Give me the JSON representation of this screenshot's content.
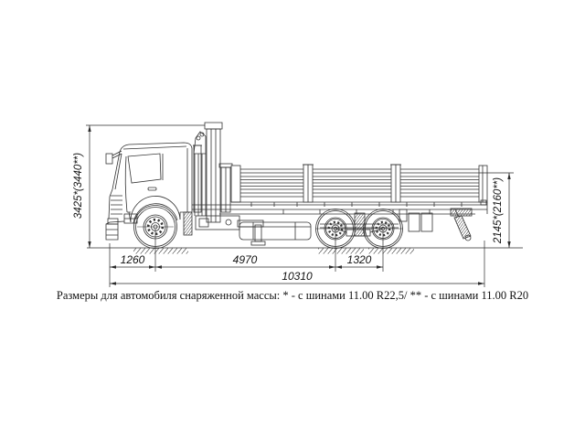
{
  "drawing": {
    "caption": "Размеры для автомобиля снаряженной массы: * - с шинами 11.00 R22,5/ ** - с шинами 11.00 R20",
    "dimensions": {
      "overall_height": "3425*(3440**)",
      "platform_height": "2145*(2160**)",
      "front_overhang": "1260",
      "wheelbase": "4970",
      "rear_bogie_spacing": "1320",
      "overall_length": "10310"
    },
    "colors": {
      "line": "#333333",
      "dimension_line": "#2b2b2b",
      "text": "#111111",
      "background": "#ffffff"
    }
  }
}
